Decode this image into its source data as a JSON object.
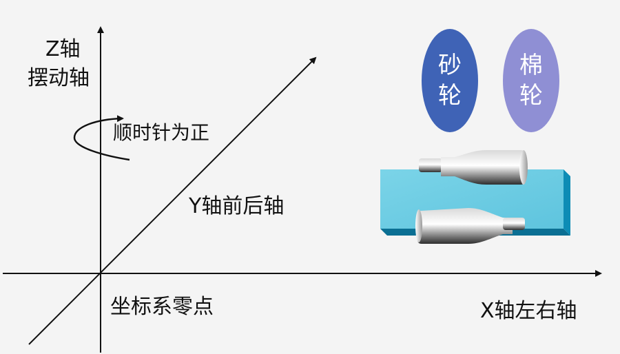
{
  "labels": {
    "z_axis": "Z轴",
    "z_axis_sub": "摆动轴",
    "rotation": "顺时针为正",
    "y_axis": "Y轴前后轴",
    "origin": "坐标系零点",
    "x_axis": "X轴左右轴"
  },
  "wheels": {
    "sand": {
      "line1": "砂",
      "line2": "轮",
      "color": "#3f63b6"
    },
    "cotton": {
      "line1": "棉",
      "line2": "轮",
      "color": "#8f8fd4"
    }
  },
  "colors": {
    "background": "#f4f4f4",
    "axis": "#111111",
    "fixture_top": "#72cfe4",
    "fixture_side": "#0d8cb5",
    "part_light": "#e9e9e9",
    "part_dark": "#3a3a3a"
  }
}
